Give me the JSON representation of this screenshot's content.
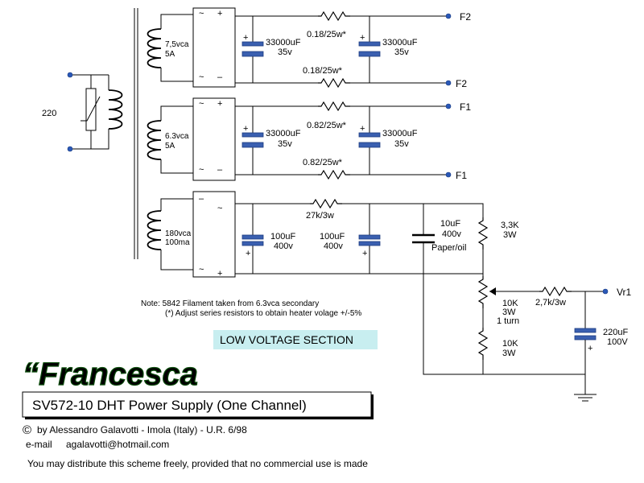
{
  "mains": {
    "voltage": "220"
  },
  "secondaries": [
    {
      "voltage": "7,5vca",
      "current": "5A"
    },
    {
      "voltage": "6.3vca",
      "current": "5A"
    },
    {
      "voltage": "180vca",
      "current": "100ma"
    }
  ],
  "bridge_symbols": {
    "ac": "~",
    "plus": "+",
    "minus": "–"
  },
  "cap_polarity": "+",
  "filament_2": {
    "cap_in": {
      "value": "33000uF",
      "voltage": "35v"
    },
    "cap_out": {
      "value": "33000uF",
      "voltage": "35v"
    },
    "resistor_top": "0.18/25w*",
    "resistor_bottom": "0.18/25w*",
    "outputs": [
      "F2",
      "F2"
    ]
  },
  "filament_1": {
    "cap_in": {
      "value": "33000uF",
      "voltage": "35v"
    },
    "cap_out": {
      "value": "33000uF",
      "voltage": "35v"
    },
    "resistor_top": "0.82/25w*",
    "resistor_bottom": "0.82/25w*",
    "outputs": [
      "F1",
      "F1"
    ]
  },
  "hv": {
    "cap1": {
      "value": "100uF",
      "voltage": "400v"
    },
    "cap2": {
      "value": "100uF",
      "voltage": "400v"
    },
    "resistor": "27k/3w",
    "paper_cap": {
      "value": "10uF",
      "voltage": "400v",
      "type": "Paper/oil"
    },
    "r_top": {
      "value": "3,3K",
      "power": "3W"
    },
    "pot": {
      "value": "10K",
      "power": "3W",
      "note": "1 turn"
    },
    "r_bottom": {
      "value": "10K",
      "power": "3W"
    },
    "r_out": "2,7k/3w",
    "cap_out": {
      "value": "220uF",
      "voltage": "100V"
    },
    "output": "Vr1"
  },
  "notes": [
    "Note: 5842 Filament taken from 6.3vca secondary",
    "(*) Adjust series resistors to obtain heater volage +/-5%"
  ],
  "section_label": "LOW VOLTAGE SECTION",
  "brand": "“Francesca",
  "title": "SV572-10  DHT Power Supply (One Channel)",
  "credits": {
    "copyright_symbol": "©",
    "author": "by Alessandro Galavotti - Imola (Italy) - U.R. 6/98",
    "email_label": "e-mail",
    "email": "agalavotti@hotmail.com",
    "license": "You may distribute this scheme freely, provided that no commercial use is made"
  }
}
